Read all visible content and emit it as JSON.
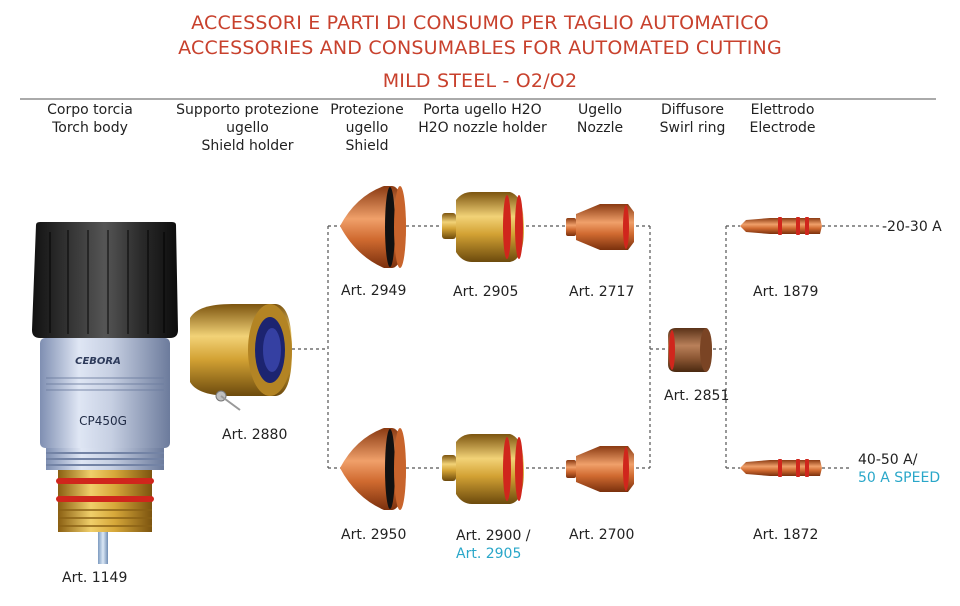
{
  "title": {
    "line1": "ACCESSORI E PARTI DI CONSUMO PER TAGLIO AUTOMATICO",
    "line2": "ACCESSORIES AND CONSUMABLES FOR AUTOMATED CUTTING",
    "line3": "MILD STEEL - O2/O2"
  },
  "columns": [
    {
      "it": "Corpo torcia",
      "en": "Torch body",
      "extra": ""
    },
    {
      "it": "Supporto protezione",
      "en": "ugello",
      "extra": "Shield holder"
    },
    {
      "it": "Protezione",
      "en": "ugello",
      "extra": "Shield"
    },
    {
      "it": "Porta ugello H2O",
      "en": "H2O nozzle holder",
      "extra": ""
    },
    {
      "it": "Ugello",
      "en": "Nozzle",
      "extra": ""
    },
    {
      "it": "Diffusore",
      "en": "Swirl ring",
      "extra": ""
    },
    {
      "it": "Elettrodo",
      "en": "Electrode",
      "extra": ""
    }
  ],
  "torch_label": "CP450G",
  "torch_brand": "CEBORA",
  "articles": {
    "torch_body": "Art. 1149",
    "shield_holder": "Art. 2880",
    "shield_top": "Art. 2949",
    "shield_bottom": "Art. 2950",
    "nozzle_holder_top": "Art. 2905",
    "nozzle_holder_bottom": "Art. 2900 /",
    "nozzle_holder_bottom_alt": "Art. 2905",
    "nozzle_top": "Art. 2717",
    "nozzle_bottom": "Art. 2700",
    "swirl_ring": "Art. 2851",
    "electrode_top": "Art. 1879",
    "electrode_bottom": "Art. 1872"
  },
  "amperage": {
    "top": "-20-30 A",
    "bottom": "40-50 A/",
    "bottom_alt": "50 A SPEED"
  },
  "colors": {
    "title": "#c8412d",
    "highlight": "#2aa7c9",
    "copper": "#c8642c",
    "brass": "#c99a2e",
    "oring": "#d0261c"
  }
}
